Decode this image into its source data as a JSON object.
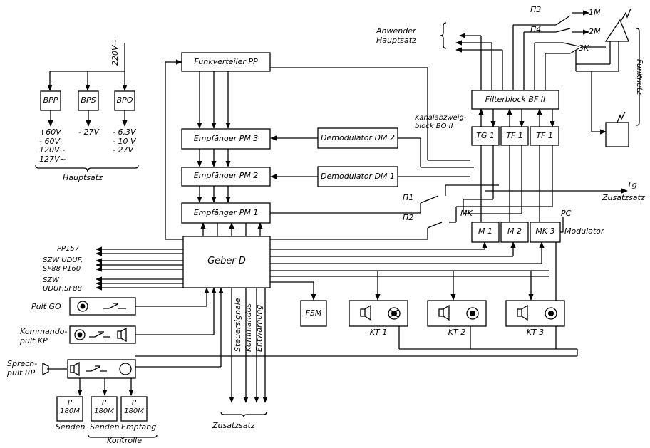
{
  "blocks": {
    "pp": "Funkverteiler  PP",
    "pm3": "Empfänger   PM 3",
    "pm2": "Empfänger   PM 2",
    "pm1": "Empfänger   PM 1",
    "dm2": "Demodulator DM 2",
    "dm1": "Demodulator  DM 1",
    "geber": "Geber  D",
    "bf": "Filterblock  BF II",
    "tg1": "TG 1",
    "tf1": "TF 1",
    "tf1b": "TF 1",
    "m1": "M 1",
    "m2": "M 2",
    "mk3": "MK 3",
    "fsm": "FSM",
    "bpp": "BPP",
    "bps": "BPS",
    "bpo": "BPO",
    "kt1": "KT 1",
    "kt2": "KT 2",
    "kt3": "KT 3",
    "p180_1": [
      "P",
      "180M"
    ],
    "p180_2": [
      "P",
      "180M"
    ],
    "p180_3": [
      "P",
      "180M"
    ]
  },
  "labels": {
    "voltage_in": "220V~",
    "bpp_out": [
      "+60V",
      "- 60V",
      "120V~",
      "127V~"
    ],
    "bps_out": [
      "- 27V"
    ],
    "bpo_out": [
      "- 6,3V",
      "- 10 V",
      "- 27V"
    ],
    "hauptsatz": "Hauptsatz",
    "anwender": [
      "Anwender",
      "Hauptsatz"
    ],
    "kanal": [
      "Kanalabzweig-",
      "block  BO II"
    ],
    "funknetz": "Funknetz",
    "p3": "П3",
    "p4": "П4",
    "ant_1m": "1M",
    "ant_2m": "2M",
    "ant_3k": "3K",
    "tg": "Tg",
    "zusatzsatz_r": "Zusatzsatz",
    "p1": "П1",
    "p2": "П2",
    "mk": "MK",
    "pc": "PC",
    "modulator": "Modulator",
    "pp157": "PP157",
    "szw1": [
      "SZW  UDUF,",
      "SF88  P160"
    ],
    "szw2": [
      "SZW",
      "UDUF,SF88"
    ],
    "pult_go": "Pult GO",
    "kommando": [
      "Kommando-",
      "pult  KP"
    ],
    "sprech": [
      "Sprech-",
      "pult RP"
    ],
    "steuer": "Steuersignale",
    "kommandos": "Kommandos",
    "entwarnung": "Entwarnung",
    "zusatzsatz_b": "Zusatzsatz",
    "senden1": "Senden",
    "senden2": "Senden",
    "empfang": "Empfang",
    "kontrolle": "Kontrolle"
  }
}
